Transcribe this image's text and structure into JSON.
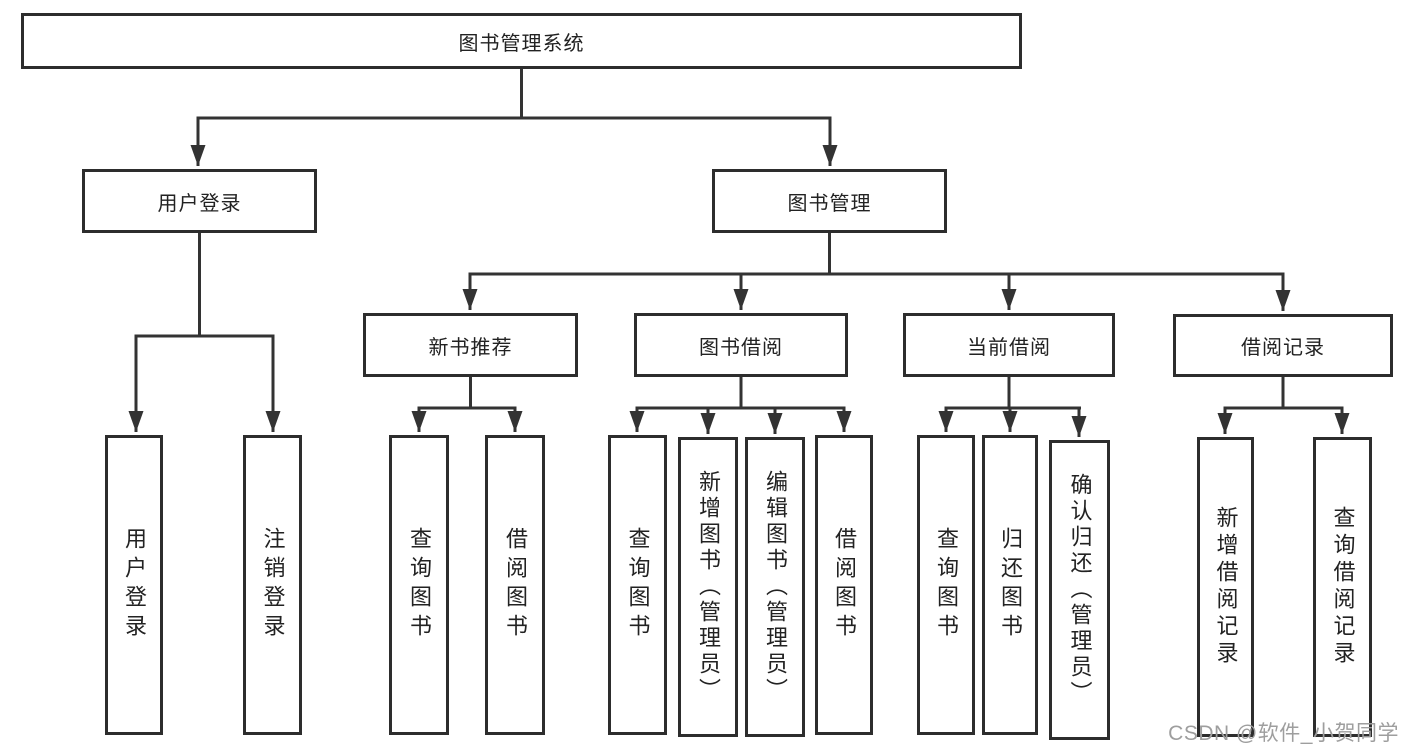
{
  "tree": {
    "label": "图书管理系统",
    "children": [
      {
        "label": "用户登录",
        "children": [
          {
            "label": "用户登录"
          },
          {
            "label": "注销登录"
          }
        ]
      },
      {
        "label": "图书管理",
        "children": [
          {
            "label": "新书推荐",
            "children": [
              {
                "label": "查询图书"
              },
              {
                "label": "借阅图书"
              }
            ]
          },
          {
            "label": "图书借阅",
            "children": [
              {
                "label": "查询图书"
              },
              {
                "label": "新增图书（管理员）"
              },
              {
                "label": "编辑图书（管理员）"
              },
              {
                "label": "借阅图书"
              }
            ]
          },
          {
            "label": "当前借阅",
            "children": [
              {
                "label": "查询图书"
              },
              {
                "label": "归还图书"
              },
              {
                "label": "确认归还（管理员）"
              }
            ]
          },
          {
            "label": "借阅记录",
            "children": [
              {
                "label": "新增借阅记录"
              },
              {
                "label": "查询借阅记录"
              }
            ]
          }
        ]
      }
    ]
  },
  "watermark": "CSDN @软件_小贺同学",
  "colors": {
    "line": "#333333",
    "border": "#2d2d2d",
    "text": "#222222",
    "watermark": "#9e9e9e",
    "background": "#ffffff"
  }
}
